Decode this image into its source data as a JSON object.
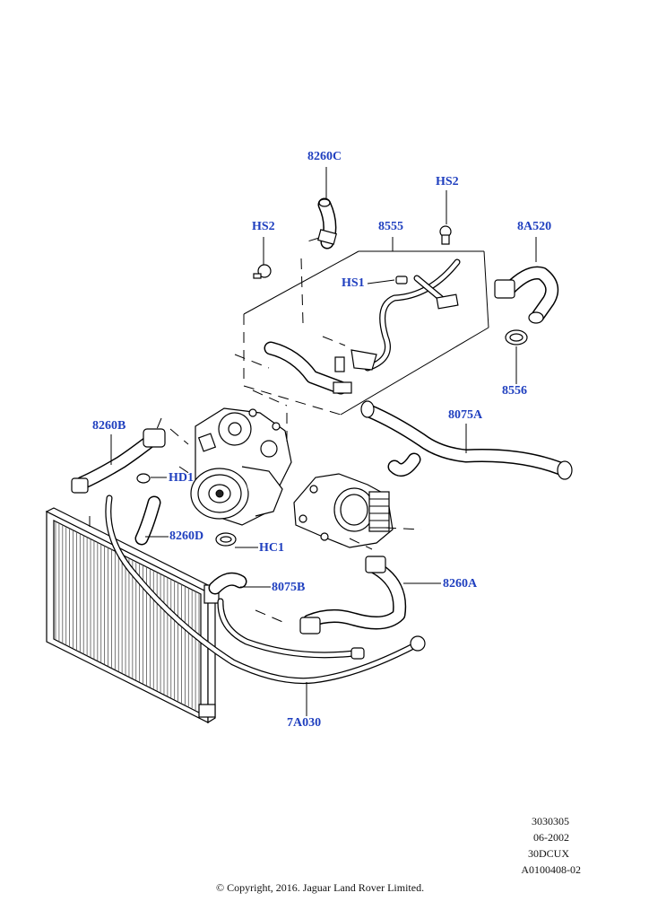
{
  "callouts": {
    "c_8260C": "8260C",
    "c_HS2_top": "HS2",
    "c_HS2_left": "HS2",
    "c_8555": "8555",
    "c_8A520": "8A520",
    "c_HS1": "HS1",
    "c_8556": "8556",
    "c_8075A": "8075A",
    "c_8260B": "8260B",
    "c_HD1": "HD1",
    "c_8260D": "8260D",
    "c_HC1": "HC1",
    "c_8075B": "8075B",
    "c_8260A": "8260A",
    "c_7A030": "7A030"
  },
  "meta": {
    "line1": "3030305",
    "line2": "06-2002",
    "line3": "30DCUX",
    "line4": "A0100408-02"
  },
  "copyright": "© Copyright, 2016. Jaguar Land Rover Limited."
}
